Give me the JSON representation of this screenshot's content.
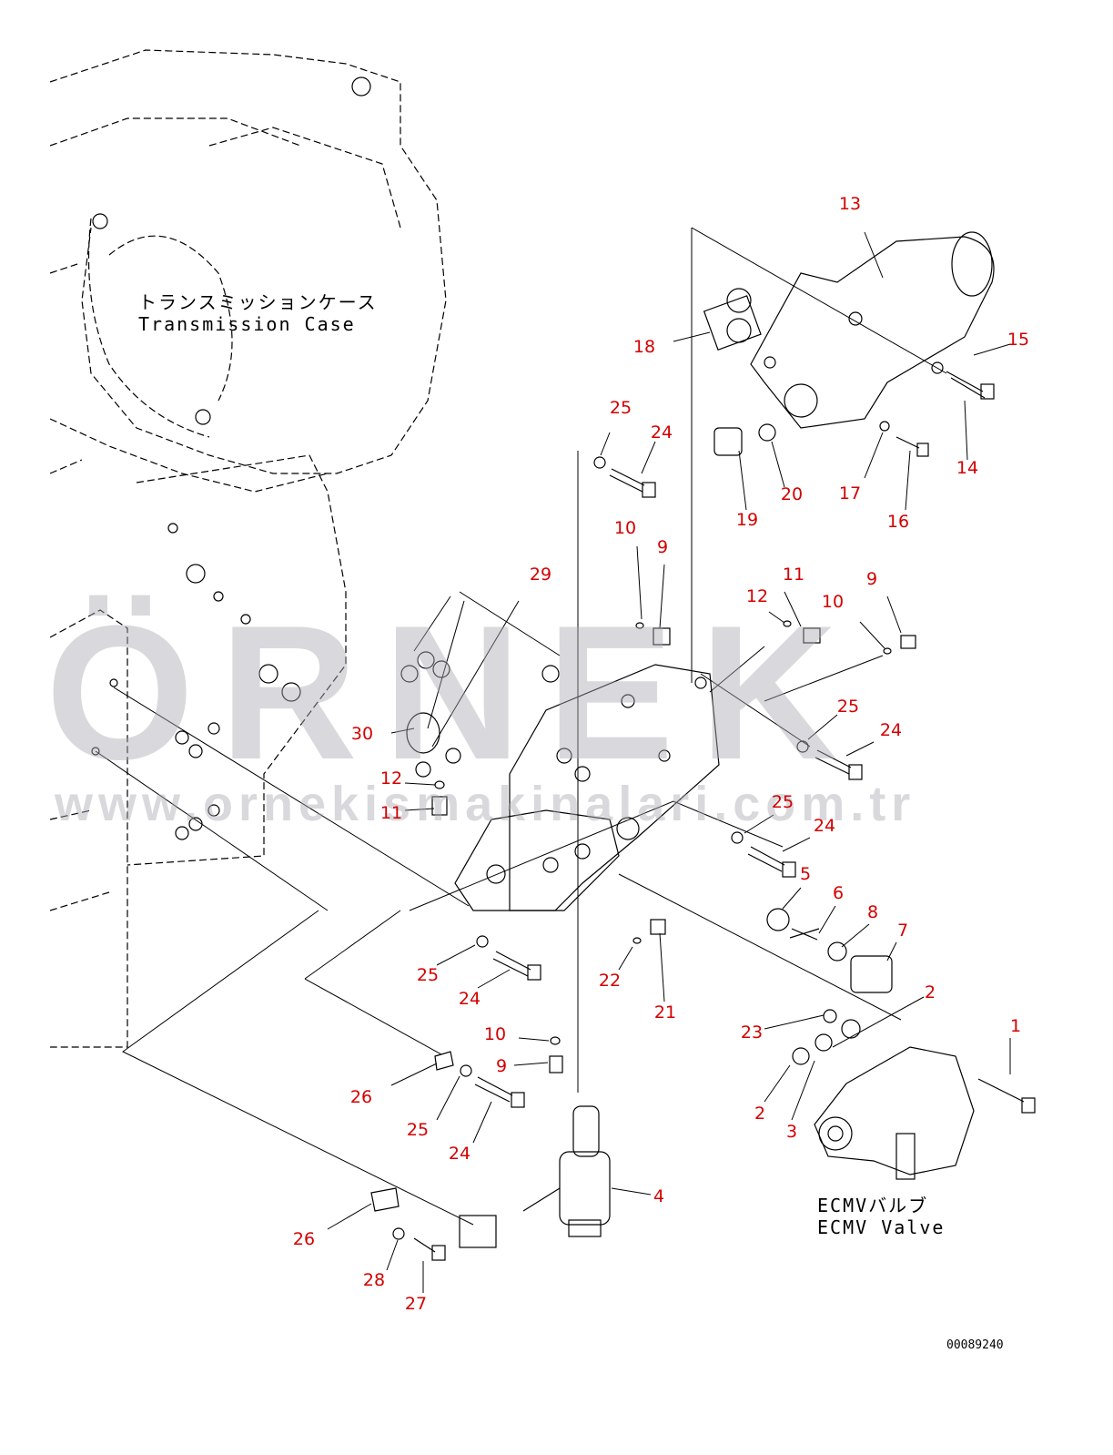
{
  "labels": {
    "transmission_case_jp": "トランスミッションケース",
    "transmission_case_en": "Transmission Case",
    "ecmv_valve_jp": "ECMVバルブ",
    "ecmv_valve_en": "ECMV Valve"
  },
  "document_number": "00089240",
  "watermark": {
    "brand": "ÖRNEK",
    "url": "www.ornekismakinalari.com.tr"
  },
  "callouts": [
    "13",
    "18",
    "15",
    "25",
    "24",
    "14",
    "20",
    "17",
    "16",
    "19",
    "10",
    "9",
    "29",
    "11",
    "12",
    "10",
    "9",
    "25",
    "24",
    "30",
    "12",
    "11",
    "25",
    "24",
    "5",
    "6",
    "8",
    "7",
    "25",
    "24",
    "22",
    "21",
    "2",
    "1",
    "23",
    "10",
    "9",
    "26",
    "25",
    "24",
    "2",
    "3",
    "4",
    "26",
    "28",
    "27"
  ],
  "colors": {
    "callout": "#d40000",
    "line": "#000000",
    "watermark": "#aaaab4"
  }
}
